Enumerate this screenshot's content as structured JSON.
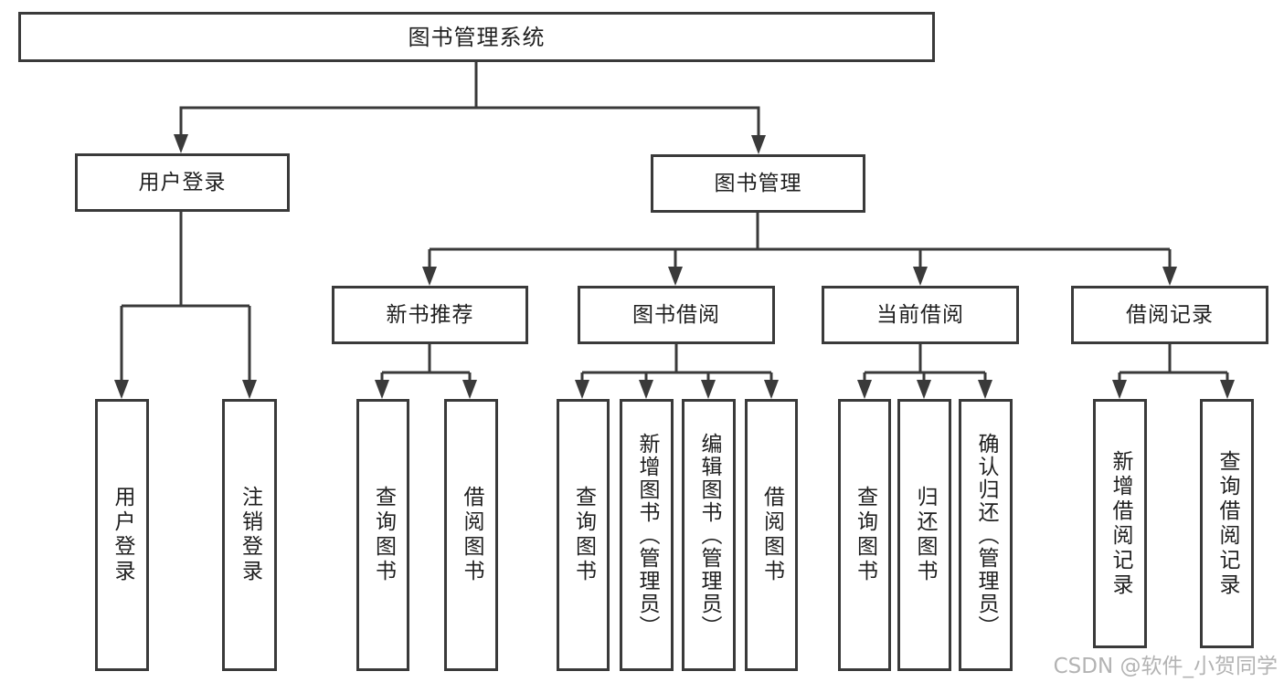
{
  "diagram": {
    "root": {
      "label": "图书管理系统"
    },
    "level2": [
      {
        "label": "用户登录"
      },
      {
        "label": "图书管理"
      }
    ],
    "level3": [
      {
        "label": "新书推荐"
      },
      {
        "label": "图书借阅"
      },
      {
        "label": "当前借阅"
      },
      {
        "label": "借阅记录"
      }
    ],
    "leaves": {
      "user_login": [
        "用户登录",
        "注销登录"
      ],
      "new_books": [
        "查询图书",
        "借阅图书"
      ],
      "book_borrow": [
        "查询图书",
        "新增图书（管理员）",
        "编辑图书（管理员）",
        "借阅图书"
      ],
      "current_borrow": [
        "查询图书",
        "归还图书",
        "确认归还（管理员）"
      ],
      "borrow_records": [
        "新增借阅记录",
        "查询借阅记录"
      ]
    }
  },
  "watermark": {
    "text": "CSDN @软件_小贺同学"
  },
  "colors": {
    "line": "#3a3a3a",
    "text": "#1f1f1f",
    "background": "#ffffff",
    "watermark": "#b3b3b3"
  }
}
